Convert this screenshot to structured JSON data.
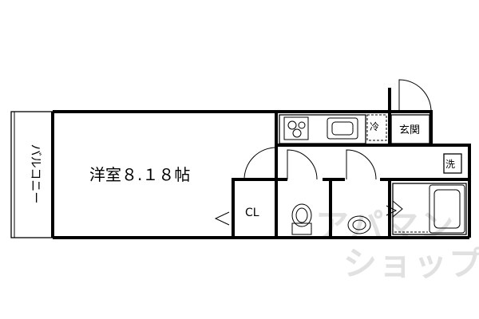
{
  "rooms": {
    "western_room": "洋室８.１８帖",
    "balcony": "バルコニー",
    "closet": "CL",
    "entrance": "玄関",
    "fridge": "冷",
    "washer": "洗"
  },
  "watermark": {
    "line1": "アパマン",
    "line2": "ショップ"
  }
}
